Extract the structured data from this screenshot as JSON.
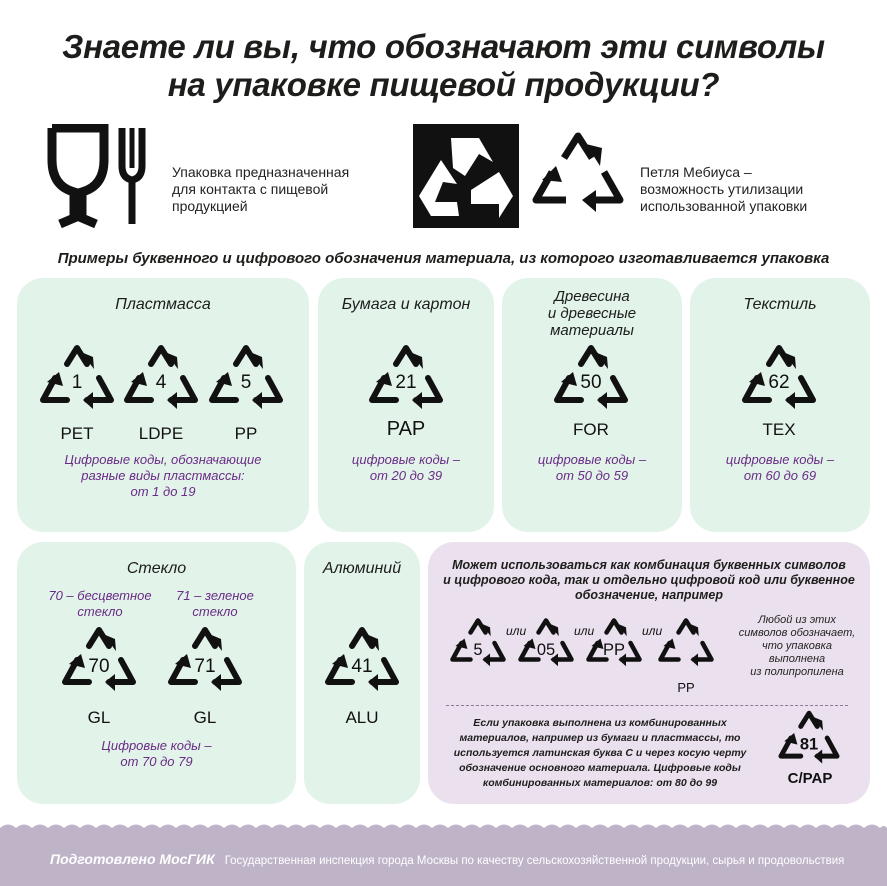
{
  "title": {
    "line1": "Знаете ли вы, что обозначают эти символы",
    "line2": "на упаковке пищевой продукции?"
  },
  "food_symbol": {
    "icon": "glass-fork-icon",
    "line1": "Упаковка предназначенная",
    "line2": "для контакта с пищевой",
    "line3": "продукцией"
  },
  "mobius": {
    "icon": "recycle-icon",
    "line1": "Петля Мебиуса –",
    "line2": "возможность утилизации",
    "line3": "использованной упаковки"
  },
  "subheading": "Примеры буквенного  и цифрового обозначения материала, из которого изготавливается упаковка",
  "plastic": {
    "title": "Пластмасса",
    "items": [
      {
        "num": "1",
        "code": "PET"
      },
      {
        "num": "4",
        "code": "LDPE"
      },
      {
        "num": "5",
        "code": "PP"
      }
    ],
    "note1": "Цифровые коды, обозначающие",
    "note2": "разные виды пластмассы:",
    "note3": "от 1 до 19"
  },
  "paper": {
    "title": "Бумага и картон",
    "num": "21",
    "code": "PAP",
    "note1": "цифровые коды –",
    "note2": "от 20 до 39"
  },
  "wood": {
    "title1": "Древесина",
    "title2": "и древесные",
    "title3": "материалы",
    "num": "50",
    "code": "FOR",
    "note1": "цифровые коды –",
    "note2": "от 50 до 59"
  },
  "textile": {
    "title": "Текстиль",
    "num": "62",
    "code": "TEX",
    "note1": "цифровые коды –",
    "note2": "от 60 до 69"
  },
  "glass": {
    "title": "Стекло",
    "sub1a": "70 – бесцветное",
    "sub1b": "стекло",
    "sub2a": "71 – зеленое",
    "sub2b": "стекло",
    "items": [
      {
        "num": "70",
        "code": "GL"
      },
      {
        "num": "71",
        "code": "GL"
      }
    ],
    "note1": "Цифровые коды –",
    "note2": "от 70 до 79"
  },
  "aluminum": {
    "title": "Алюминий",
    "num": "41",
    "code": "ALU"
  },
  "combo": {
    "head1": "Может использоваться как комбинация буквенных символов",
    "head2": "и цифрового кода, так и отдельно цифровой код или буквенное",
    "head3": "обозначение, например",
    "symbols": [
      "5",
      "05",
      "PP",
      ""
    ],
    "or": "или",
    "under_last": "PP",
    "side1": "Любой из этих",
    "side2": "символов обозначает,",
    "side3": "что упаковка",
    "side4": "выполнена",
    "side5": "из полипропилена",
    "text1": "Если упаковка выполнена из комбинированных",
    "text2": "материалов, например из бумаги и пластмассы, то",
    "text3": "используется латинская буква С и через косую черту",
    "text4": "обозначение основного материала. Цифровые коды",
    "text5": "комбинированных материалов: от 80 до 99",
    "num": "81",
    "code": "C/PAP"
  },
  "footer": {
    "prepared": "Подготовлено МосГИК",
    "org": "Государственная инспекция города Москвы по качеству сельскохозяйственной продукции, сырья и продовольствия"
  },
  "colors": {
    "panel_green": "#e2f3ea",
    "panel_purple": "#ebe1ee",
    "note_purple": "#6a2c86",
    "footer": "#bfb3c8"
  }
}
